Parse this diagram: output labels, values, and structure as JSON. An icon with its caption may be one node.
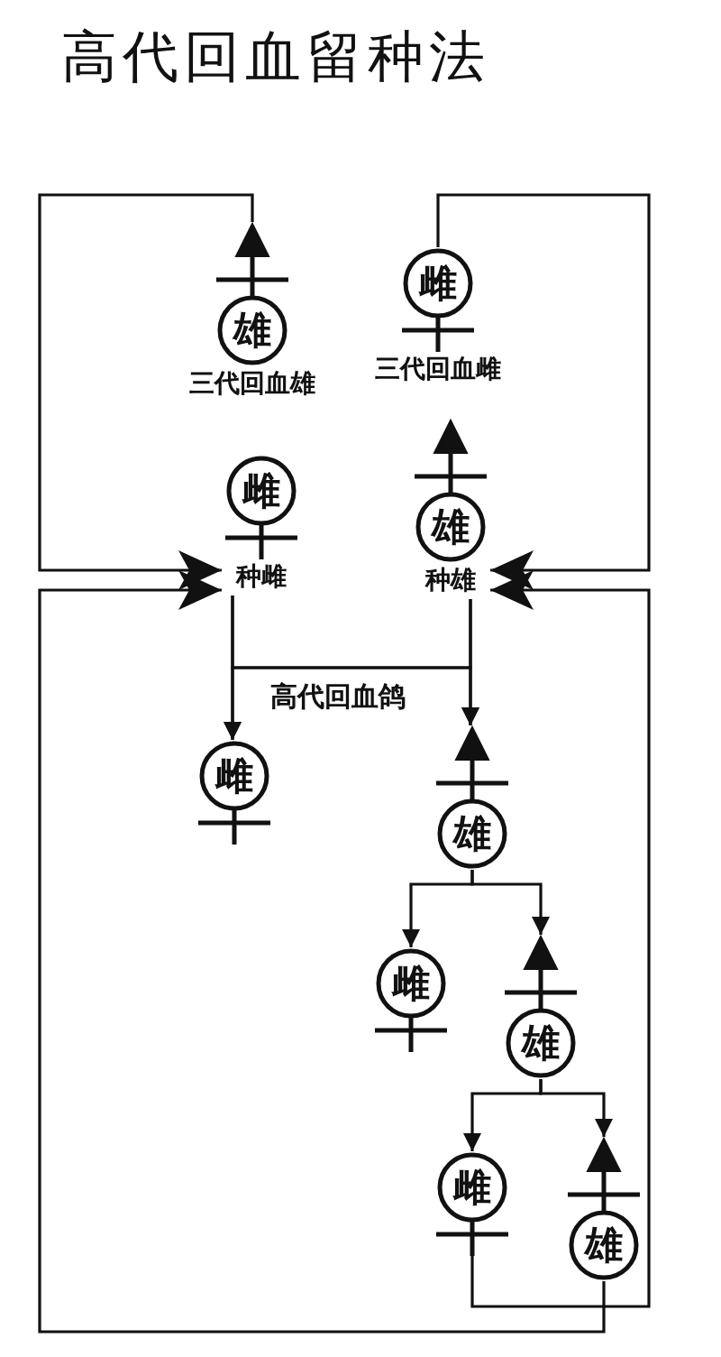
{
  "diagram": {
    "title": "高代回血留种法",
    "nodes": [
      {
        "text": [
          "雄"
        ],
        "beside": [
          "三代回血雄"
        ]
      },
      {
        "text": [
          "雌"
        ],
        "beside": [
          "三代回血雌"
        ]
      },
      {
        "text": [
          "雌"
        ],
        "beside": [
          "种雌"
        ]
      },
      {
        "text": [
          "雄"
        ],
        "beside": [
          "种雄"
        ]
      },
      {
        "text": [
          "雌"
        ]
      },
      {
        "text": [
          "雄"
        ]
      },
      {
        "text": [
          "雌"
        ]
      },
      {
        "text": [
          "雄"
        ]
      },
      {
        "text": [
          "雌"
        ]
      },
      {
        "text": [
          "雄"
        ]
      }
    ],
    "edges": [
      {
        "from": 0,
        "to": 2,
        "arrow": "to"
      },
      {
        "from": 9,
        "to": 2,
        "arrow": "to"
      },
      {
        "from": 1,
        "to": 3,
        "arrow": "to"
      },
      {
        "from": 8,
        "to": 3,
        "arrow": "to"
      },
      {
        "from": 2,
        "to": 4,
        "arrow": "to"
      },
      {
        "from": 2,
        "to": 5,
        "arrow": "to"
      },
      {
        "from": 3,
        "to": 4,
        "arrow": "to"
      },
      {
        "from": 3,
        "to": 5,
        "arrow": "to"
      },
      {
        "from": 5,
        "to": 6,
        "arrow": "to"
      },
      {
        "from": 5,
        "to": 7,
        "arrow": "to"
      },
      {
        "from": 7,
        "to": 8,
        "arrow": "to"
      },
      {
        "from": 7,
        "to": 9,
        "arrow": "to"
      }
    ],
    "labels": [
      "高代回血鸽"
    ]
  }
}
